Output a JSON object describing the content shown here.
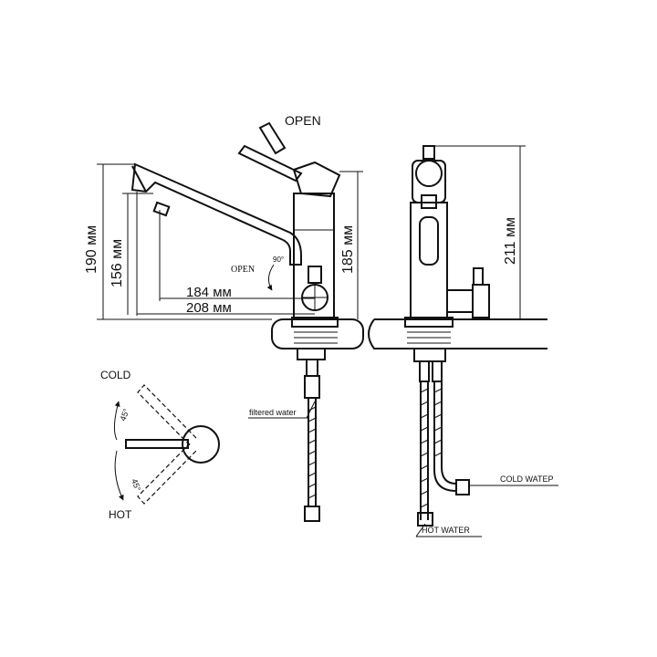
{
  "labels": {
    "open_main": "OPEN",
    "open_small": "OPEN",
    "angle_90": "90°",
    "dim_190": "190 мм",
    "dim_156": "156 мм",
    "dim_184": "184 мм",
    "dim_208": "208 мм",
    "dim_185": "185 мм",
    "dim_211": "211 мм",
    "filtered_water": "filtered water",
    "cold_water": "COLD WATEP",
    "hot_water": "HOT WATER",
    "cold": "COLD",
    "hot": "HOT",
    "angle_45_top": "45°",
    "angle_45_bottom": "45°"
  }
}
